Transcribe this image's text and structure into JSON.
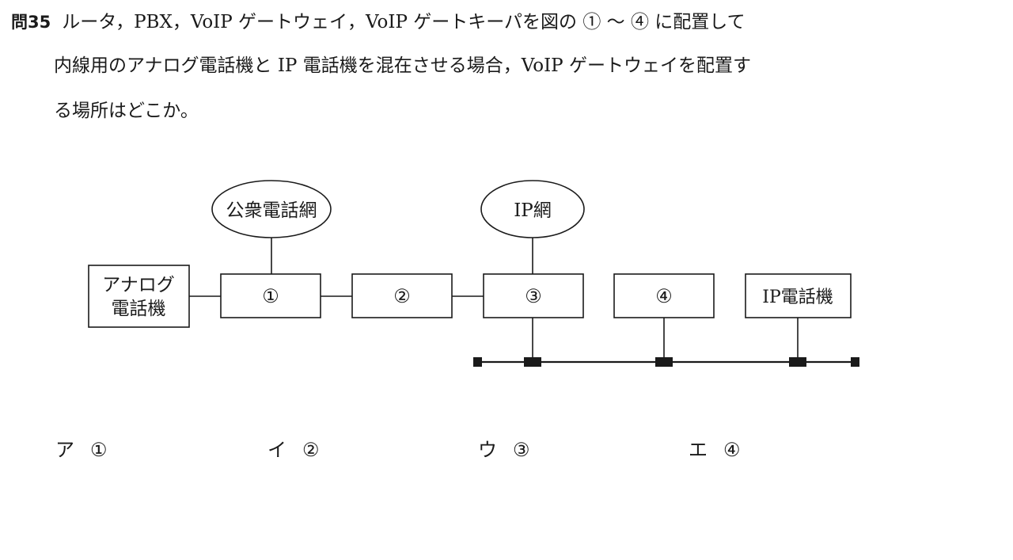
{
  "question": {
    "number": "問35",
    "line1": "ルータ，PBX，VoIP ゲートウェイ，VoIP ゲートキーパを図の ① ～ ④ に配置して",
    "line2": "内線用のアナログ電話機と IP 電話機を混在させる場合，VoIP ゲートウェイを配置す",
    "line3": "る場所はどこか。"
  },
  "diagram": {
    "public_network": "公衆電話網",
    "ip_network": "IP網",
    "analog_phone_line1": "アナログ",
    "analog_phone_line2": "電話機",
    "box1": "①",
    "box2": "②",
    "box3": "③",
    "box4": "④",
    "ip_phone": "IP電話機"
  },
  "choices": [
    {
      "letter": "ア",
      "value": "①"
    },
    {
      "letter": "イ",
      "value": "②"
    },
    {
      "letter": "ウ",
      "value": "③"
    },
    {
      "letter": "エ",
      "value": "④"
    }
  ],
  "colors": {
    "ink": "#1a1a1a",
    "background": "#ffffff"
  }
}
